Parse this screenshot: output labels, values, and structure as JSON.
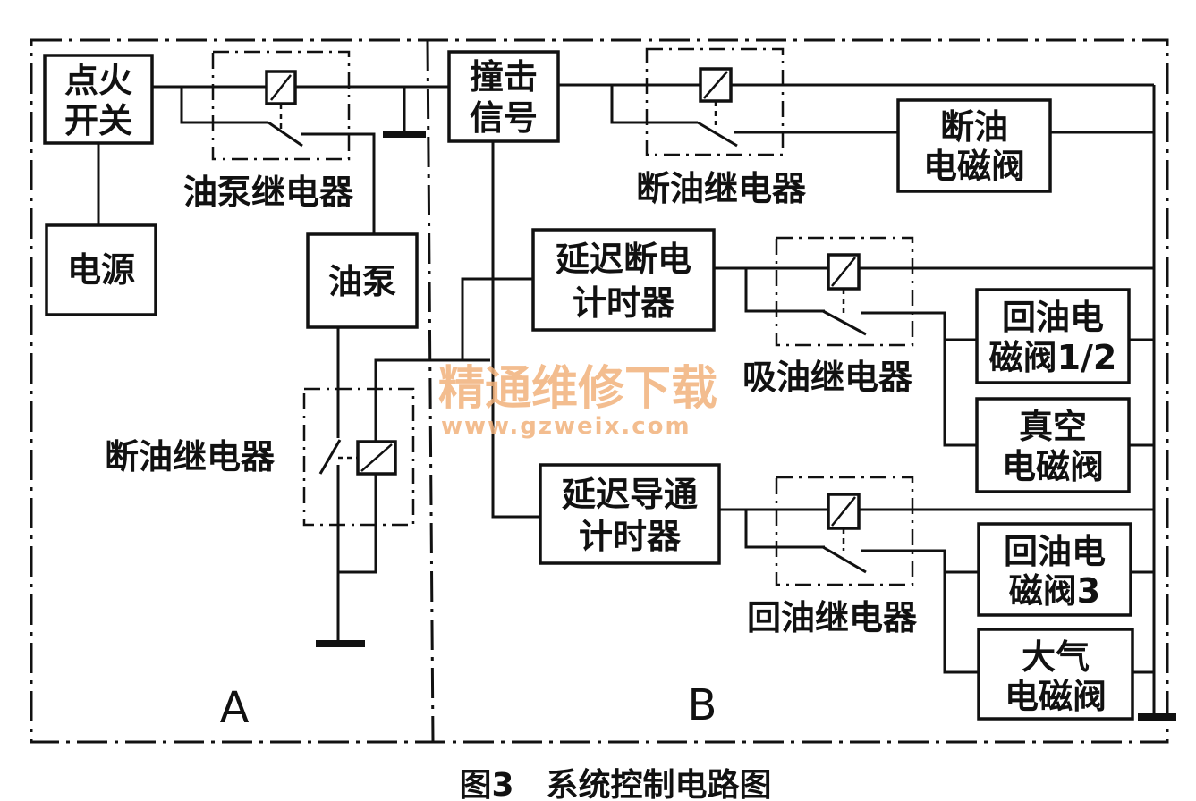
{
  "section_labels": {
    "a": "A",
    "b": "B"
  },
  "components": {
    "ignition_switch": [
      "点火",
      "开关"
    ],
    "power_supply": "电源",
    "fuel_pump_relay": "油泵继电器",
    "fuel_pump": "油泵",
    "fuel_cut_relay_a": "断油继电器",
    "crash_signal": [
      "撞击",
      "信号"
    ],
    "fuel_cut_relay_b": "断油继电器",
    "fuel_cut_solenoid": [
      "断油",
      "电磁阀"
    ],
    "delay_cutoff_timer": [
      "延迟断电",
      "计时器"
    ],
    "suction_relay": "吸油继电器",
    "return_valve_12": [
      "回油电",
      "磁阀1/2"
    ],
    "vacuum_valve": [
      "真空",
      "电磁阀"
    ],
    "delay_conduct_timer": [
      "延迟导通",
      "计时器"
    ],
    "return_relay": "回油继电器",
    "return_valve_3": [
      "回油电",
      "磁阀3"
    ],
    "atmos_valve": [
      "大气",
      "电磁阀"
    ]
  },
  "watermark": {
    "cn": "精通维修下载",
    "url": "www.gzweix.com"
  },
  "caption": "图3　系统控制电路图"
}
